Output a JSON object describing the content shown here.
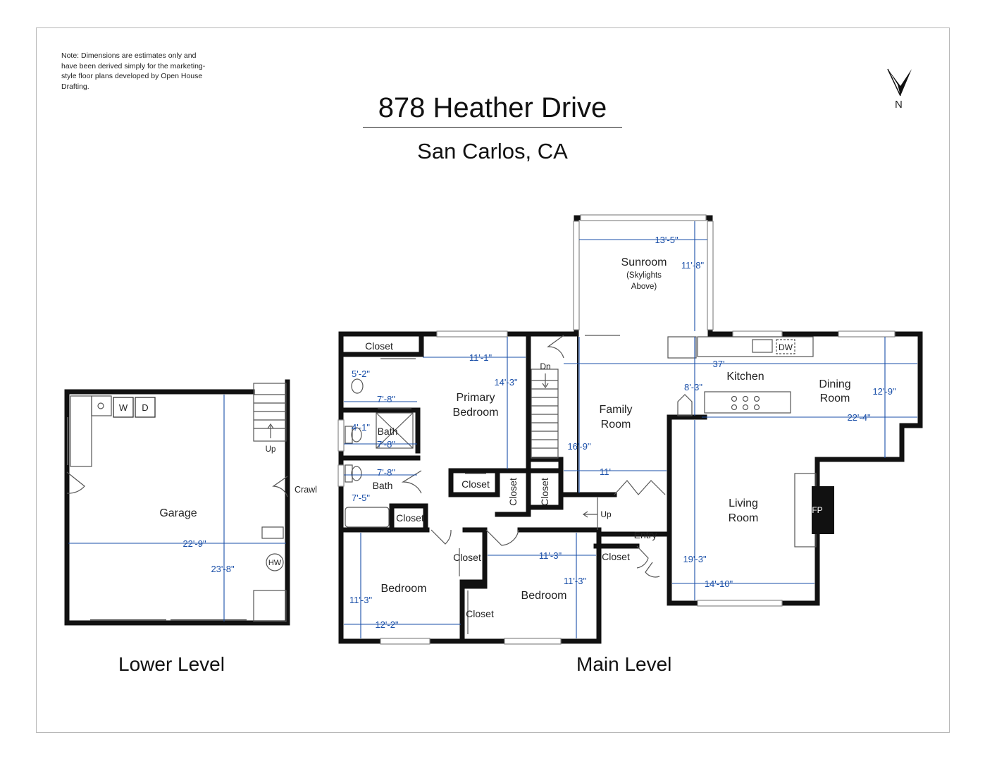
{
  "note": "Note: Dimensions are estimates only and have been derived simply for the marketing-style floor plans developed by Open House Drafting.",
  "title": "878 Heather Drive",
  "subtitle": "San Carlos, CA",
  "compass_label": "N",
  "levels": {
    "lower": "Lower Level",
    "main": "Main Level"
  },
  "rooms": {
    "garage": "Garage",
    "washer": "W",
    "dryer": "D",
    "up_lower": "Up",
    "crawl": "Crawl",
    "water_heater": "HW",
    "closet_top": "Closet",
    "primary_bedroom_1": "Primary",
    "primary_bedroom_2": "Bedroom",
    "bath_1": "Bath",
    "bath_2": "Bath",
    "closet_primary": "Closet",
    "closet_v1": "Closet",
    "closet_v2": "Closet",
    "closet_hall": "Closet",
    "bedroom_1": "Bedroom",
    "bedroom_2": "Bedroom",
    "closet_bed1": "Closet",
    "closet_bed2": "Closet",
    "closet_entry": "Closet",
    "down": "Dn",
    "up_main": "Up",
    "sunroom": "Sunroom",
    "sunroom_note_1": "(Skylights",
    "sunroom_note_2": "Above)",
    "family_room_1": "Family",
    "family_room_2": "Room",
    "kitchen": "Kitchen",
    "dining_room_1": "Dining",
    "dining_room_2": "Room",
    "dishwasher": "DW",
    "living_room_1": "Living",
    "living_room_2": "Room",
    "fireplace": "FP",
    "entry": "Entry"
  },
  "dimensions": {
    "garage_w": "22'-9\"",
    "garage_h": "23'-8\"",
    "sunroom_w": "13'-5\"",
    "sunroom_h": "11'-8\"",
    "primary_w": "11'-1\"",
    "primary_h": "14'-3\"",
    "bath1_a": "5'-2\"",
    "bath1_b": "7'-8\"",
    "bath1_c": "4'-1\"",
    "bath1_d": "7'-8\"",
    "bath2_a": "7'-8\"",
    "bath2_b": "7'-5\"",
    "kitchen_w": "37'",
    "kitchen_h": "8'-3\"",
    "dining_h": "12'-9\"",
    "dining_w": "22'-4\"",
    "family_h": "16'-9\"",
    "family_w": "11'",
    "bed1_h": "11'-3\"",
    "bed1_w": "12'-2\"",
    "bed2_w": "11'-3\"",
    "bed2_h": "11'-3\"",
    "living_h": "19'-3\"",
    "living_w": "14'-10\""
  },
  "colors": {
    "wall": "#111111",
    "dimension": "#1a4fa8",
    "fixture": "#555555"
  }
}
